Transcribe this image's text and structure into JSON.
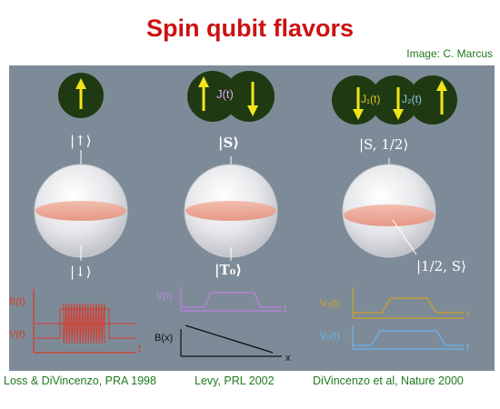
{
  "title": "Spin qubit flavors",
  "credit": "Image: C. Marcus",
  "columns": [
    {
      "ket_top": "|↑⟩",
      "ket_bottom": "|↓⟩",
      "plot_labels": [
        "B(t)",
        "V(t)",
        "t"
      ],
      "citation": "Loss & DiVincenzo, PRA 1998"
    },
    {
      "dot_label": "J(t)",
      "ket_top": "|S⟩",
      "ket_bottom": "|T₀⟩",
      "plot_labels": [
        "V(t)",
        "t",
        "B(x)",
        "x"
      ],
      "citation": "Levy, PRL 2002"
    },
    {
      "dot_labels": [
        "J₁(t)",
        "J₂(t)"
      ],
      "ket_top": "|S, 1/2⟩",
      "ket_bottom": "|1/2, S⟩",
      "plot_labels": [
        "V₁(t)",
        "t",
        "V₂(t)",
        "t"
      ],
      "citation": "DiVincenzo et al, Nature 2000"
    }
  ],
  "colors": {
    "title": "#cc1111",
    "credit": "#1f7a1f",
    "panel": "#7d8b99",
    "dot": "#1f3a12",
    "arrow": "#f2e51a",
    "b_trace": "#d83a2a",
    "violet_trace": "#c080e0",
    "v1_trace": "#d0a020",
    "v2_trace": "#6ab4ee"
  },
  "icons": [
    "spin-up-arrow-icon",
    "spin-down-arrow-icon",
    "bloch-sphere-icon"
  ]
}
